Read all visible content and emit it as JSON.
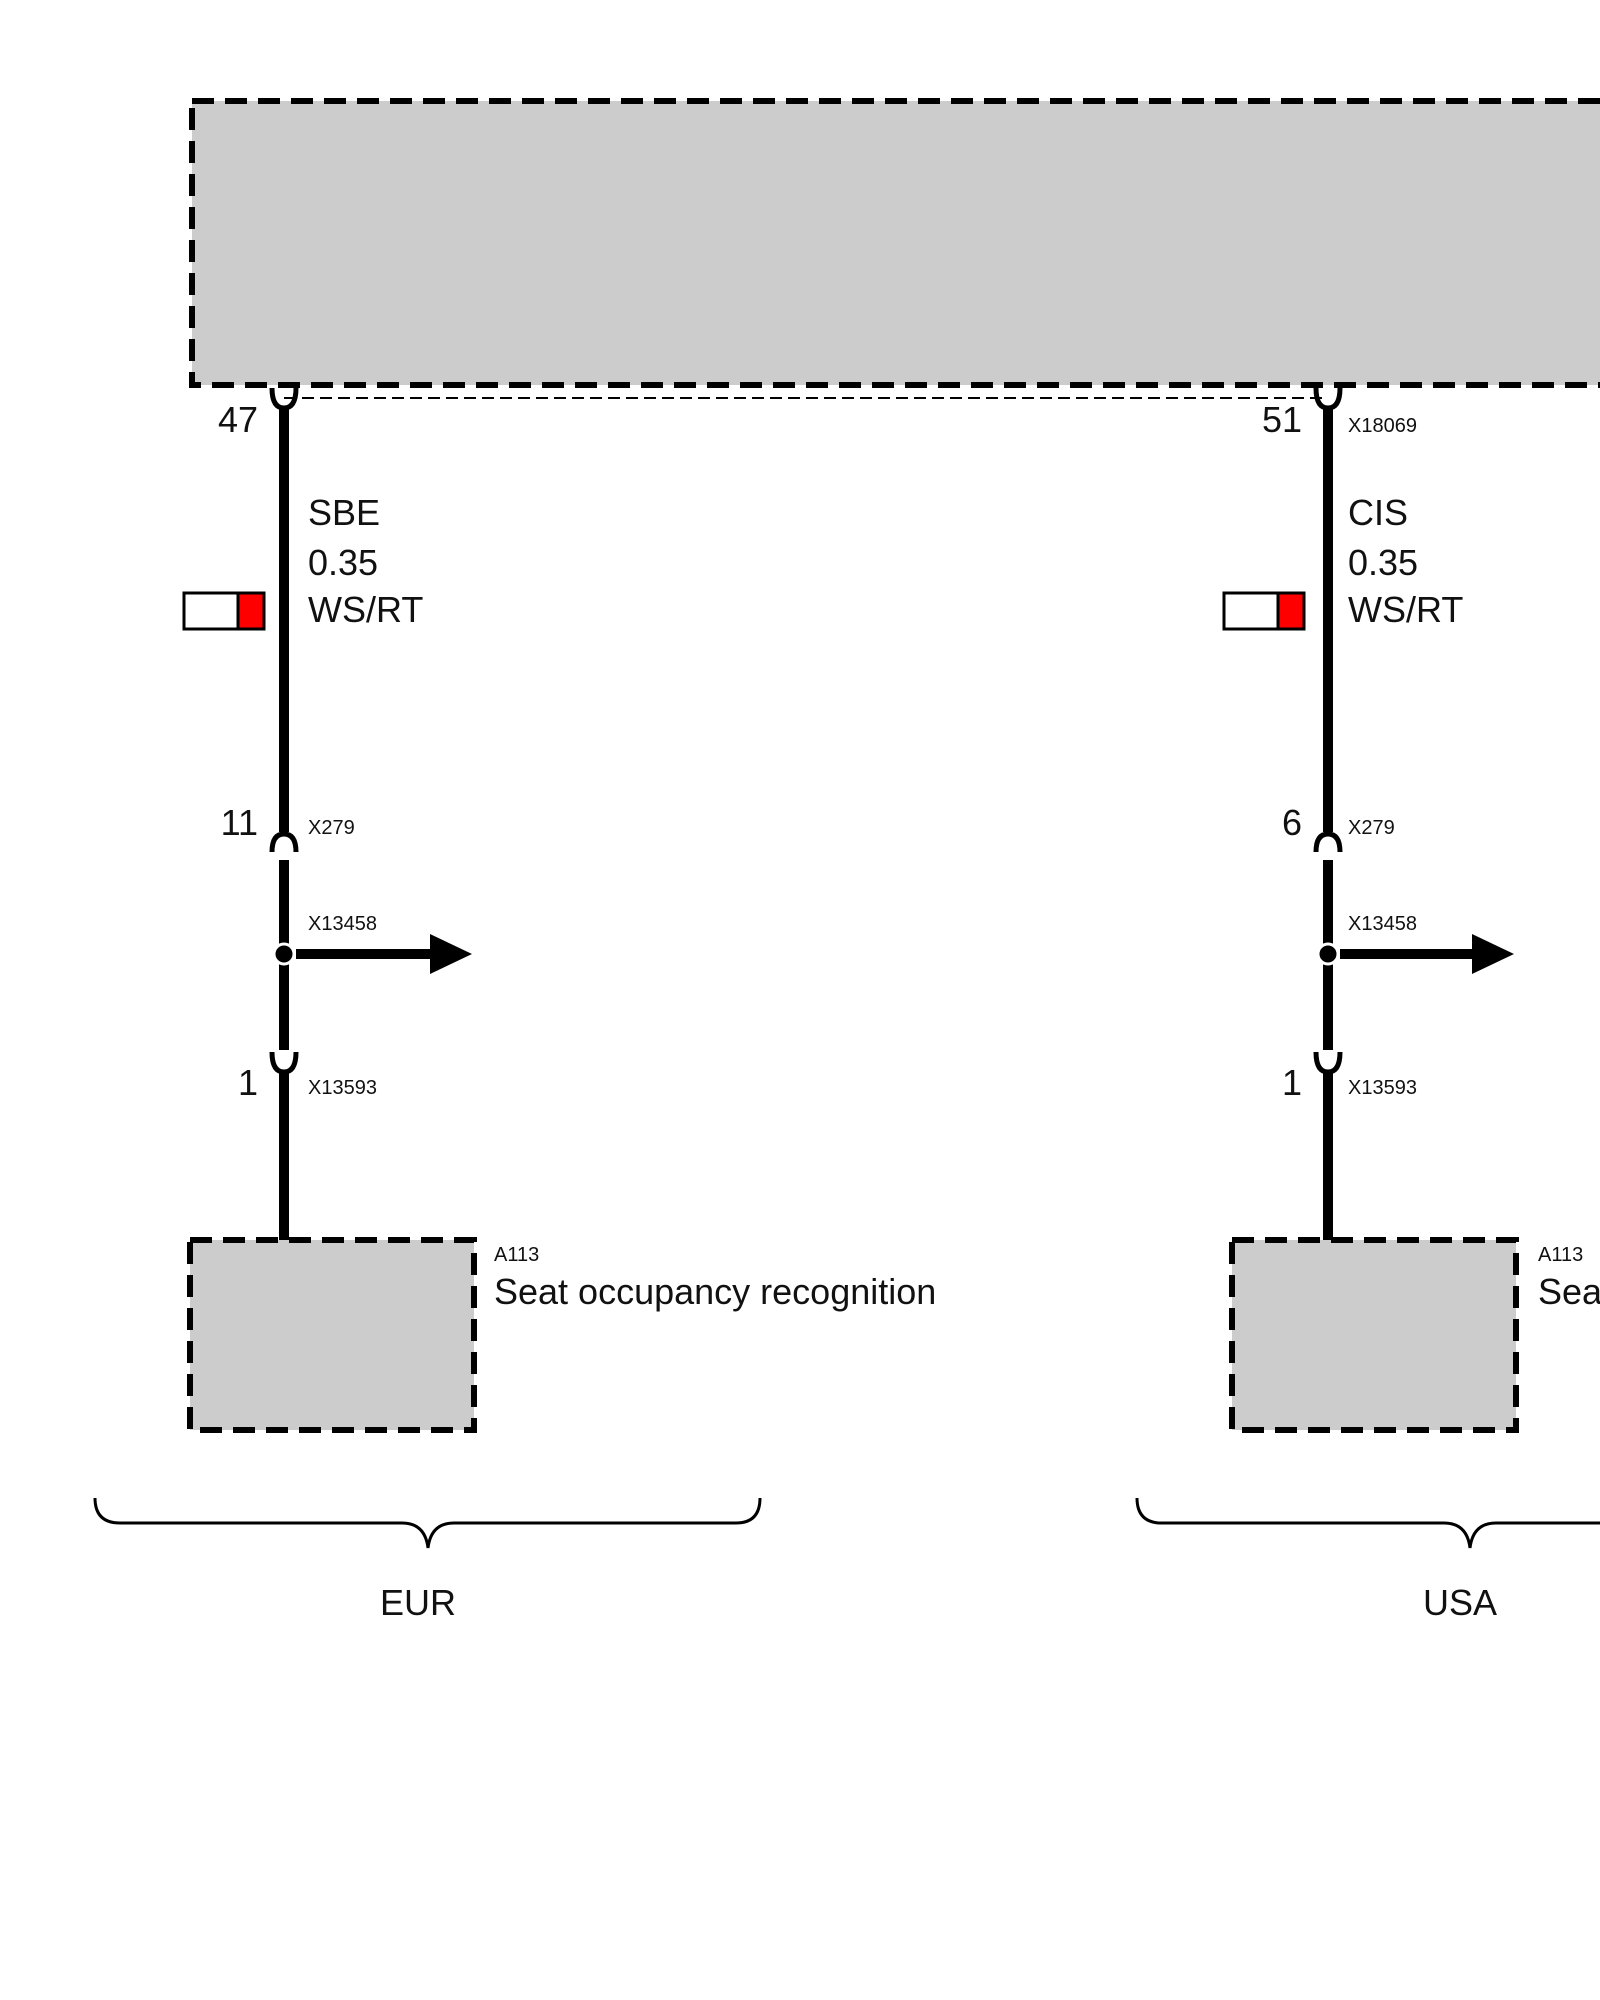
{
  "colors": {
    "module_fill": "#cccccc",
    "wire": "#000000",
    "wire_stripe": "#ff0000",
    "background": "#ffffff"
  },
  "branches": [
    {
      "top_pin": "47",
      "top_connector": "",
      "signal": "SBE",
      "cross_section": "0.35",
      "wire_color": "WS/RT",
      "mid_pin": "11",
      "mid_connector": "X279",
      "splice": "X13458",
      "bottom_pin": "1",
      "bottom_connector": "X13593",
      "component_id": "A113",
      "component_name": "Seat occupancy recognition",
      "variant": "EUR"
    },
    {
      "top_pin": "51",
      "top_connector": "X18069",
      "signal": "CIS",
      "cross_section": "0.35",
      "wire_color": "WS/RT",
      "mid_pin": "6",
      "mid_connector": "X279",
      "splice": "X13458",
      "bottom_pin": "1",
      "bottom_connector": "X13593",
      "component_id": "A113",
      "component_name": "Sea",
      "variant": "USA"
    }
  ]
}
